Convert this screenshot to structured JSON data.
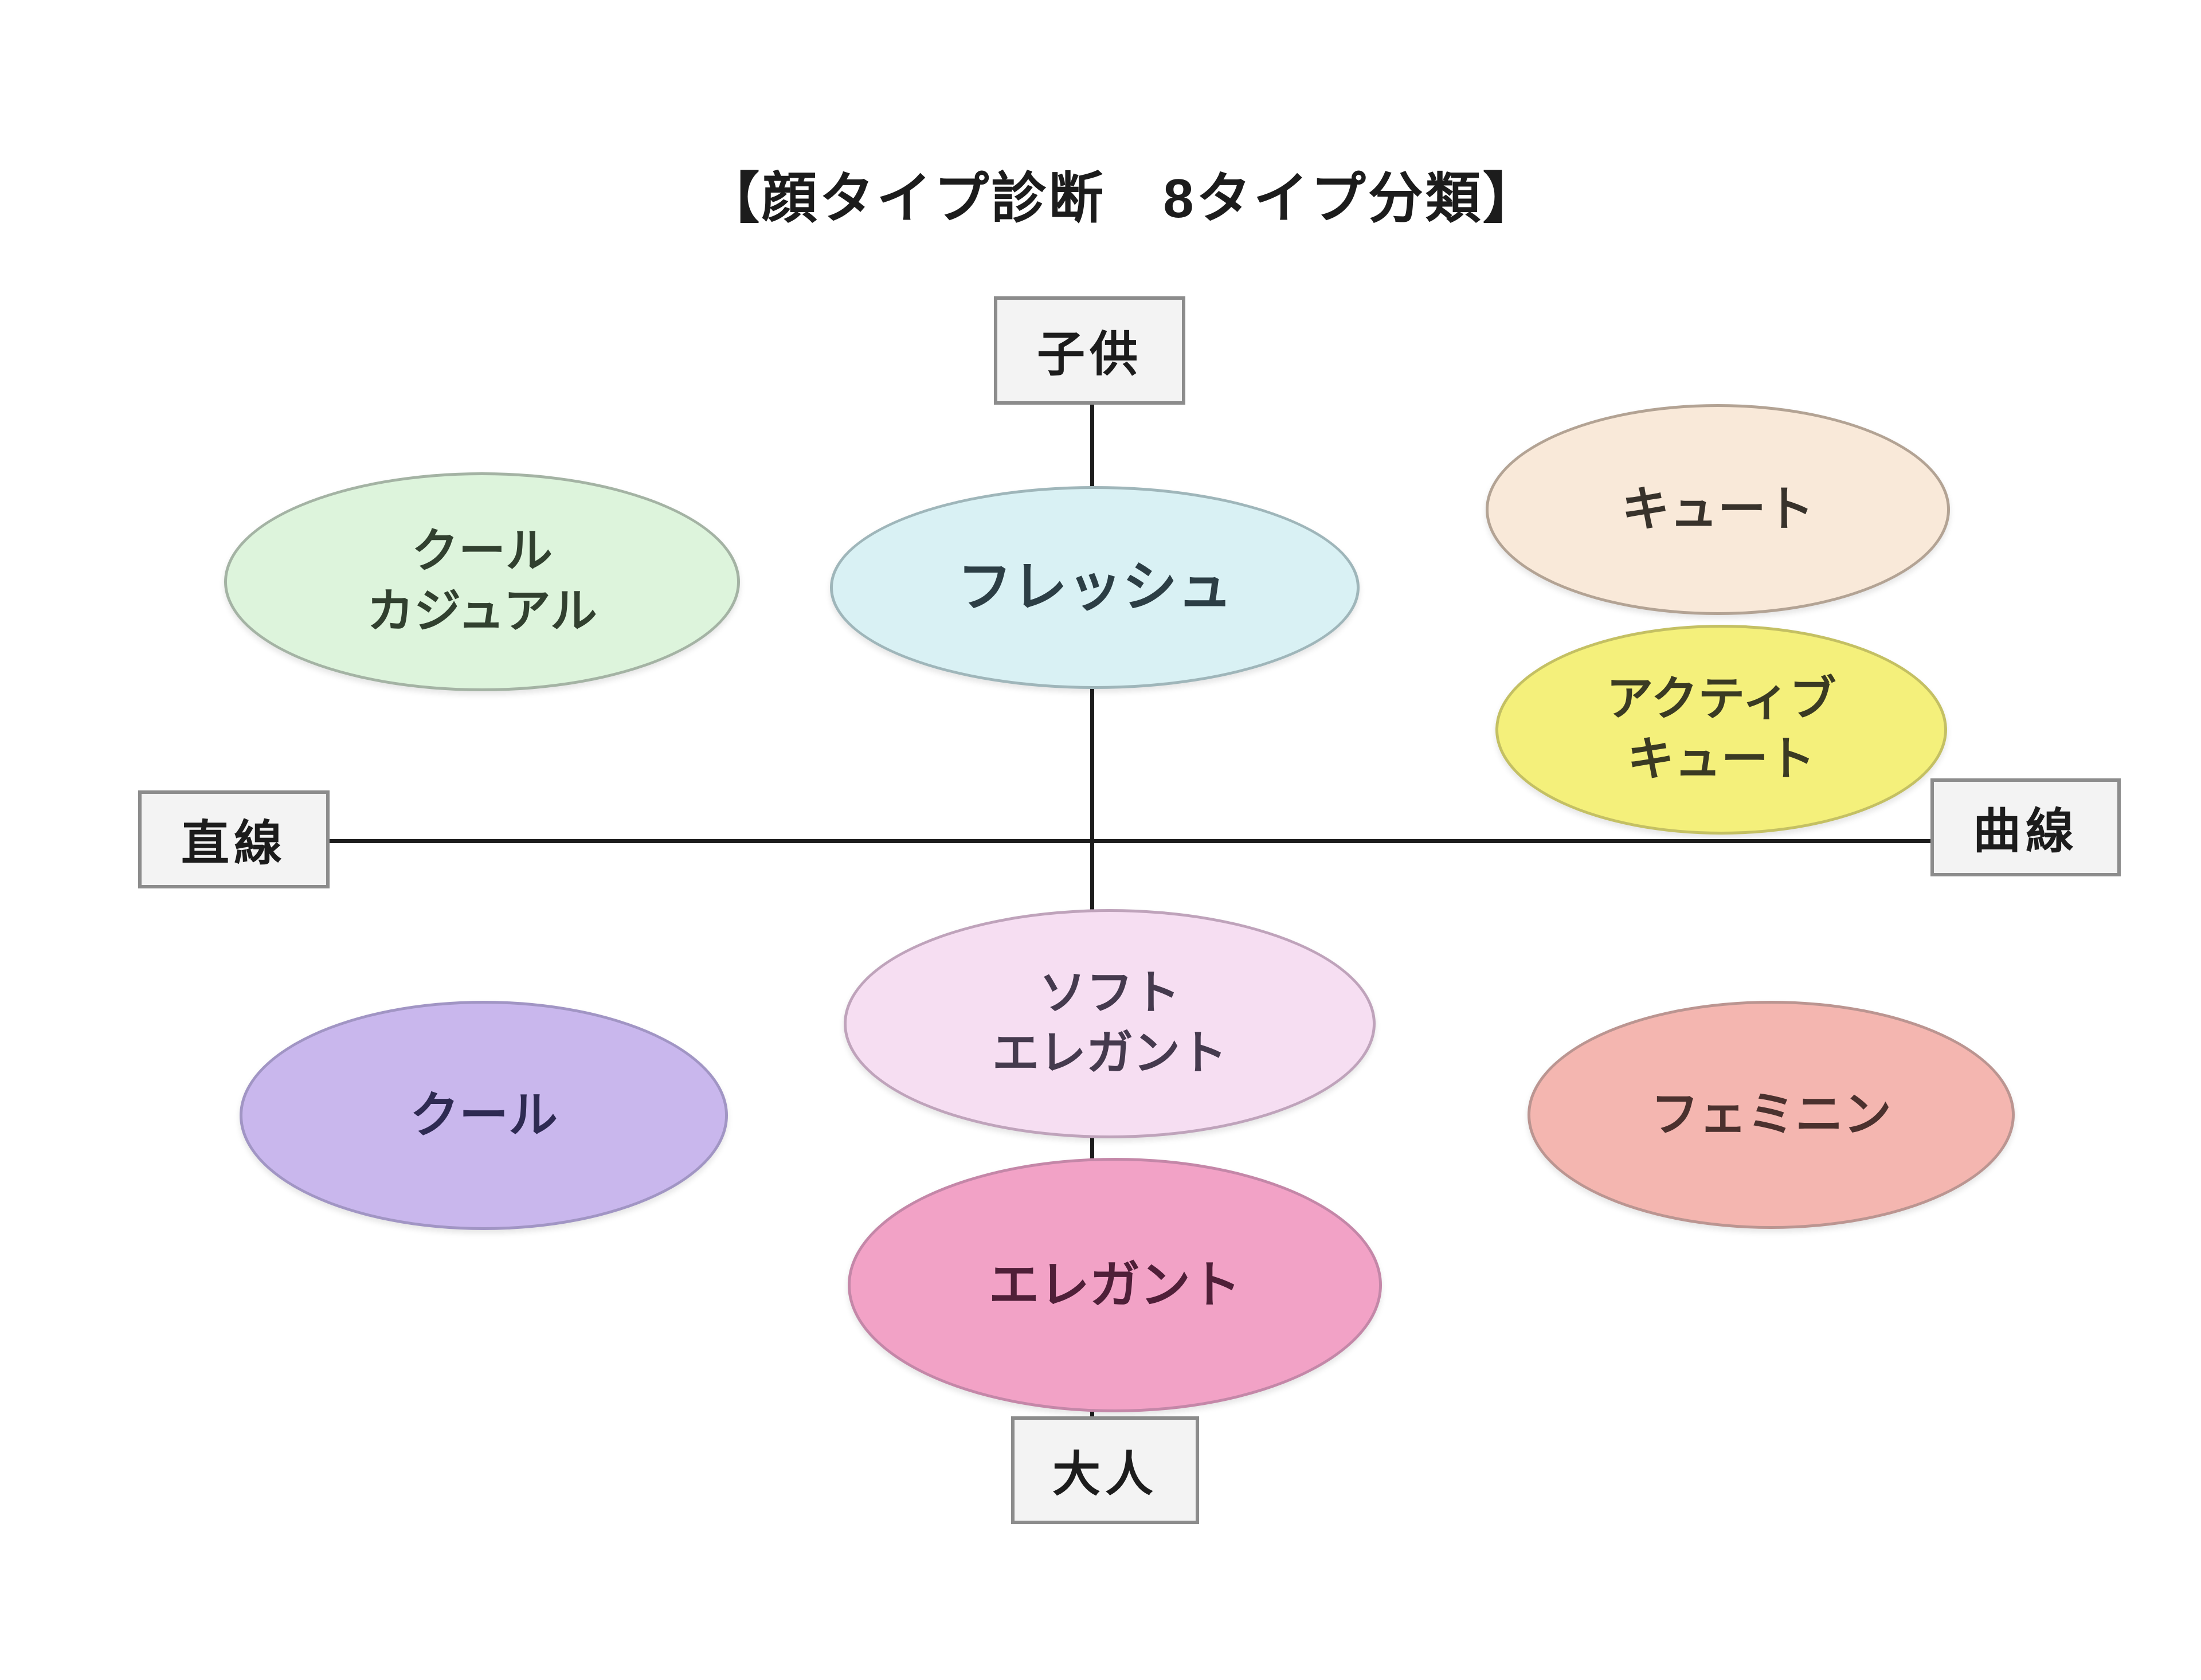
{
  "title": "【顔タイプ診断　8タイプ分類】",
  "axis_labels": {
    "top": "子供",
    "bottom": "大人",
    "left": "直線",
    "right": "曲線"
  },
  "face_types": {
    "fresh": {
      "label": "フレッシュ",
      "fill": "#d9f1f4",
      "border": "#9fb6ba",
      "text_color": "#2c3e45"
    },
    "cool_casual": {
      "label": "クール\nカジュアル",
      "fill": "#ddf4dc",
      "border": "#a4b3a4",
      "text_color": "#31402f"
    },
    "cute": {
      "label": "キュート",
      "fill": "#f9e9d9",
      "border": "#b3a394",
      "text_color": "#38322b"
    },
    "active_cute": {
      "label": "アクティブ\nキュート",
      "fill": "#f4f07b",
      "border": "#c4c063",
      "text_color": "#3a3a23"
    },
    "cool": {
      "label": "クール",
      "fill": "#c9b7ed",
      "border": "#a195c4",
      "text_color": "#2e2a52"
    },
    "soft_elegant": {
      "label": "ソフト\nエレガント",
      "fill": "#f6def2",
      "border": "#bfa3bb",
      "text_color": "#453a4e"
    },
    "elegant": {
      "label": "エレガント",
      "fill": "#f2a2c6",
      "border": "#c487a8",
      "text_color": "#4f1f38"
    },
    "feminine": {
      "label": "フェミニン",
      "fill": "#f4b6b0",
      "border": "#bb9591",
      "text_color": "#4b312e"
    }
  },
  "diagram": {
    "line_color": "#1c1c1c",
    "box_fill": "#f3f3f3",
    "box_border": "#8c8c8c"
  }
}
